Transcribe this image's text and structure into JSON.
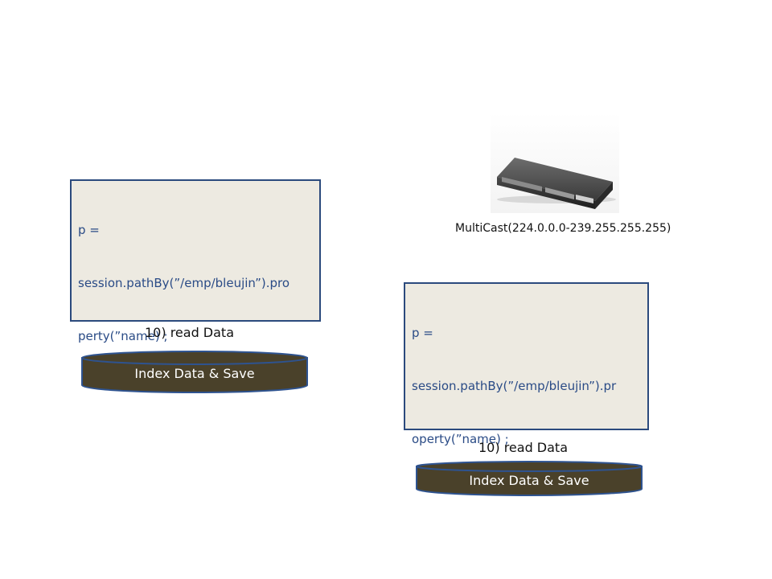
{
  "left_panel": {
    "code_lines": [
      "p =",
      "session.pathBy(”/emp/bleujin”).pro",
      "perty(”name) ;"
    ],
    "caption": "10) read Data",
    "db_label": "Index Data & Save"
  },
  "right_panel": {
    "code_lines": [
      "p =",
      "session.pathBy(”/emp/bleujin”).pr",
      "operty(”name) ;"
    ],
    "caption": "10) read Data",
    "db_label": "Index Data & Save"
  },
  "network": {
    "device_icon": "network-switch-icon",
    "multicast_label": "MultiCast(224.0.0.0-239.255.255.255)"
  },
  "colors": {
    "code_bg": "#edeae1",
    "code_border": "#2b4a7d",
    "code_text": "#2a4b86",
    "db_fill": "#4a412a",
    "db_border": "#2e5390"
  }
}
